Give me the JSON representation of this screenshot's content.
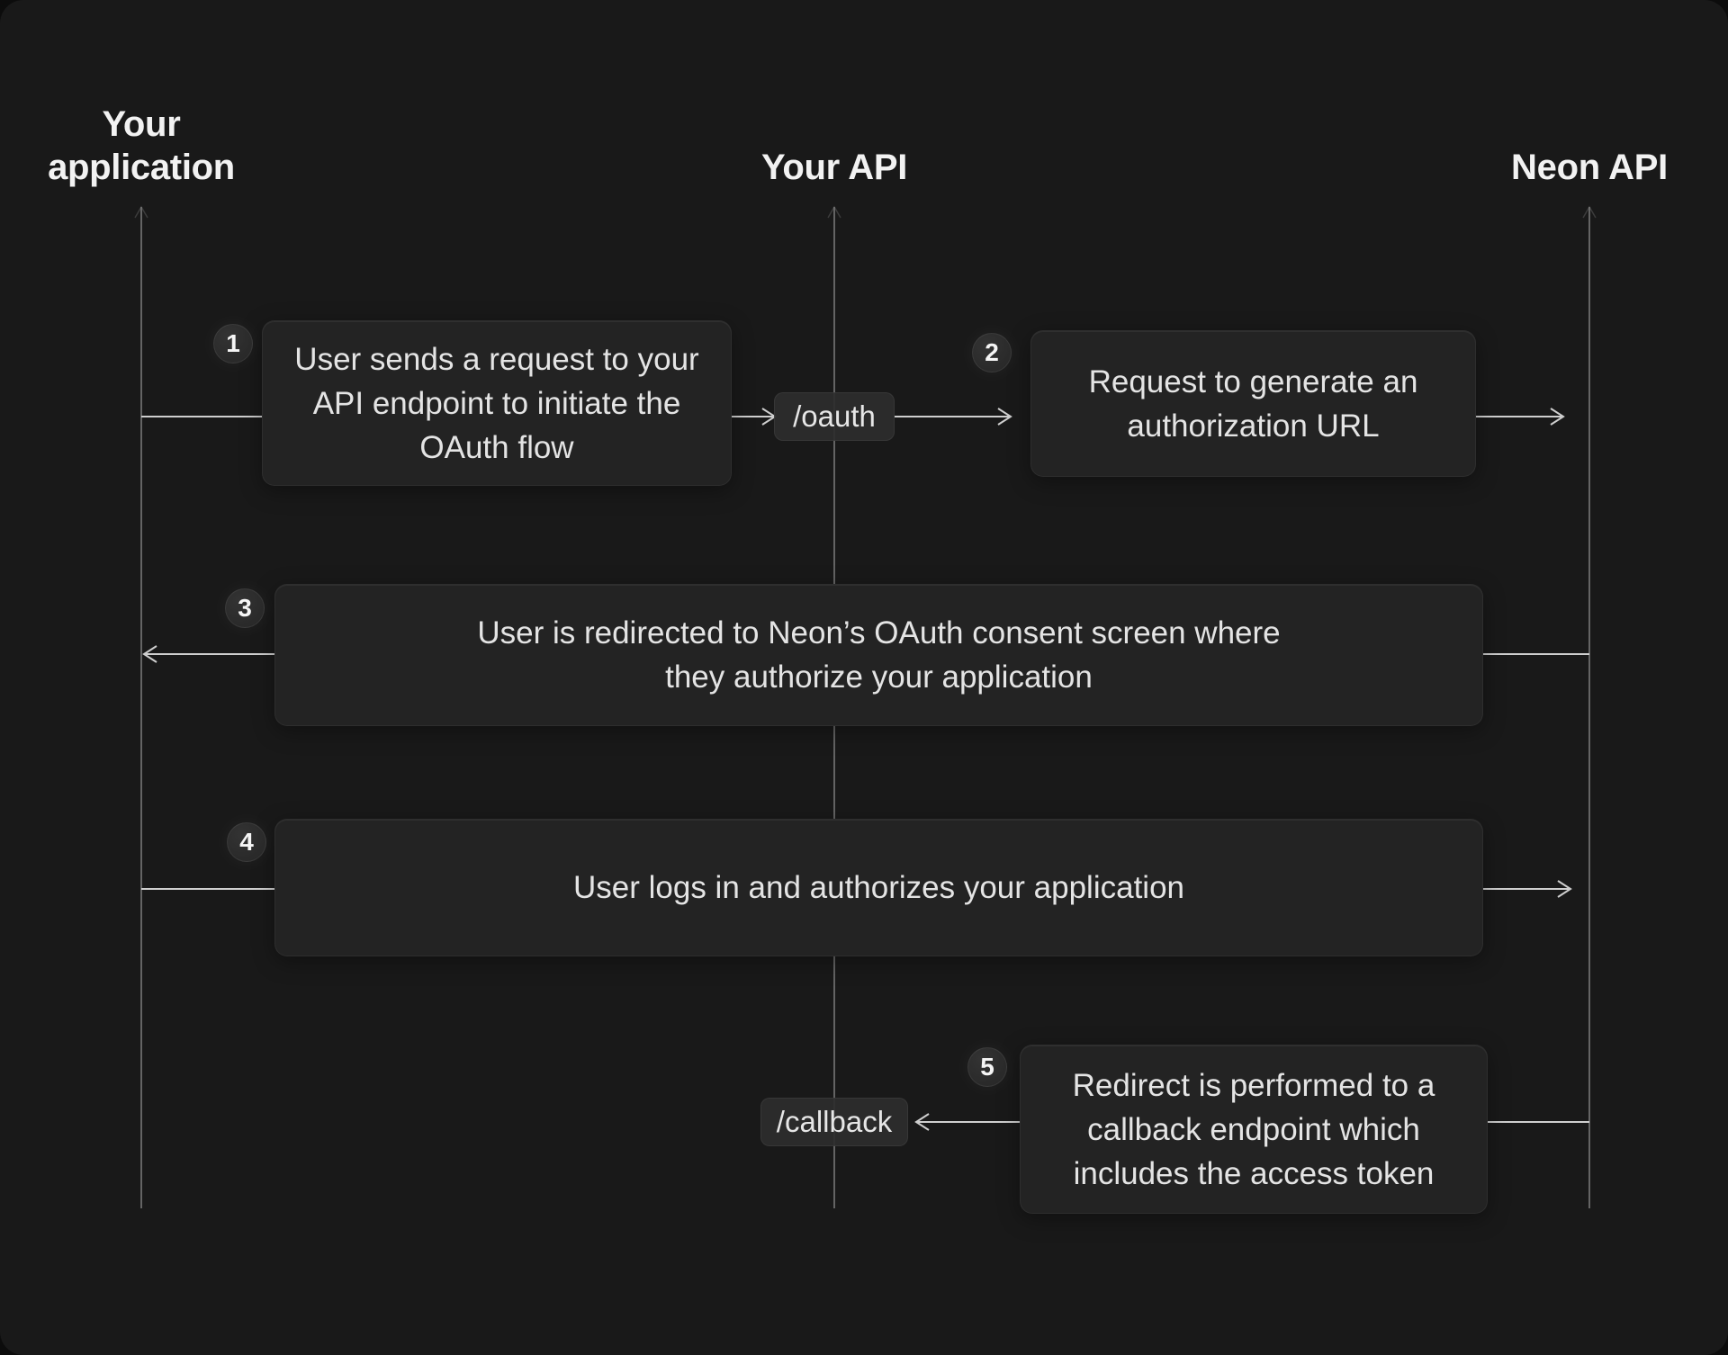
{
  "diagram": {
    "title_hint": "OAuth flow sequence diagram",
    "actors": [
      {
        "id": "your-application",
        "label_lines": [
          "Your",
          "application"
        ]
      },
      {
        "id": "your-api",
        "label_lines": [
          "Your API"
        ]
      },
      {
        "id": "neon-api",
        "label_lines": [
          "Neon API"
        ]
      }
    ],
    "steps": [
      {
        "number": "1",
        "lines": [
          "User sends a request to your",
          "API endpoint to initiate the",
          "OAuth flow"
        ],
        "from": "your-application",
        "to": "your-api"
      },
      {
        "number": "2",
        "lines": [
          "Request to generate an",
          "authorization URL"
        ],
        "from": "your-api",
        "to": "neon-api"
      },
      {
        "number": "3",
        "lines": [
          "User is redirected to Neon’s OAuth consent screen where",
          "they authorize your application"
        ],
        "from": "neon-api",
        "to": "your-application"
      },
      {
        "number": "4",
        "lines": [
          "User logs in and authorizes your application"
        ],
        "from": "your-application",
        "to": "neon-api"
      },
      {
        "number": "5",
        "lines": [
          "Redirect is performed to a",
          "callback endpoint which",
          "includes the access token"
        ],
        "from": "neon-api",
        "to": "your-api"
      }
    ],
    "endpoints": {
      "oauth": "/oauth",
      "callback": "/callback"
    },
    "colors": {
      "background": "#191919",
      "box": "#232323",
      "chip": "#2d2d2d",
      "badge": "#2b2b2b",
      "lifeline": "#7d7d7d",
      "arrow": "#cfcfcf",
      "heading_text": "#f2f2f2",
      "body_text": "#e4e4e4"
    }
  }
}
